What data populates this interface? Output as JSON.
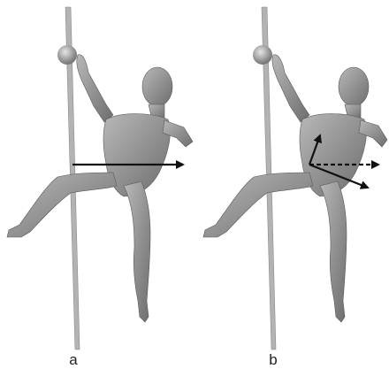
{
  "panels": [
    {
      "id": "a",
      "label": "a",
      "arrows": [
        "horizontal-force"
      ]
    },
    {
      "id": "b",
      "label": "b",
      "arrows": [
        "upward-component",
        "horizontal-dashed",
        "downward-component"
      ]
    }
  ],
  "colors": {
    "background": "#ffffff",
    "pole": "#b3b3b3",
    "figure": "#9a9a9a",
    "figure_shadow": "#6a6a6a",
    "arrow": "#111111"
  }
}
